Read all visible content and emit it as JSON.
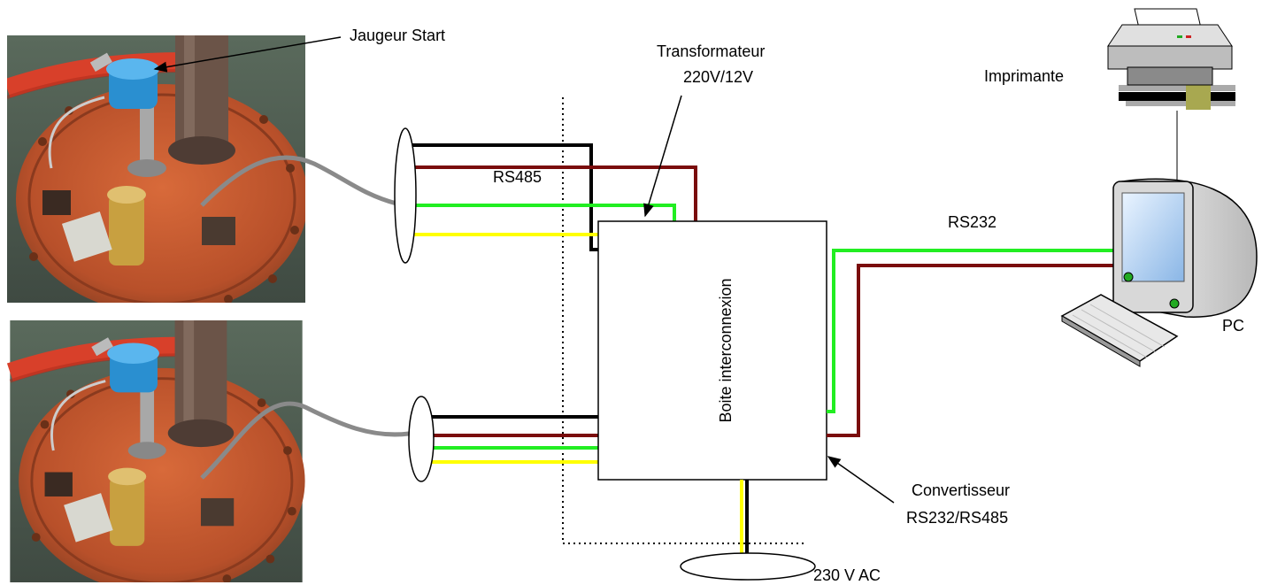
{
  "labels": {
    "gauge": "Jaugeur Start",
    "transformer_line1": "Transformateur",
    "transformer_line2": "220V/12V",
    "printer": "Imprimante",
    "rs485": "RS485",
    "rs232": "RS232",
    "box": "Boite interconnexion",
    "pc": "PC",
    "converter_line1": "Convertisseur",
    "converter_line2": "RS232/RS485",
    "power": "230 V AC"
  },
  "colors": {
    "wire_black": "#000000",
    "wire_brown": "#7a0c0c",
    "wire_green": "#22ee22",
    "wire_yellow": "#ffff00",
    "cable_gray": "#8a8a8a",
    "tank_orange": "#c4572a",
    "sensor_blue": "#2a8fd0",
    "pipe_brown": "#6b5448",
    "hose_red": "#d8402a"
  },
  "icons": [
    "tank-photo",
    "printer-icon",
    "computer-monitor-icon",
    "keyboard-icon",
    "cable-bundle-ellipse"
  ]
}
